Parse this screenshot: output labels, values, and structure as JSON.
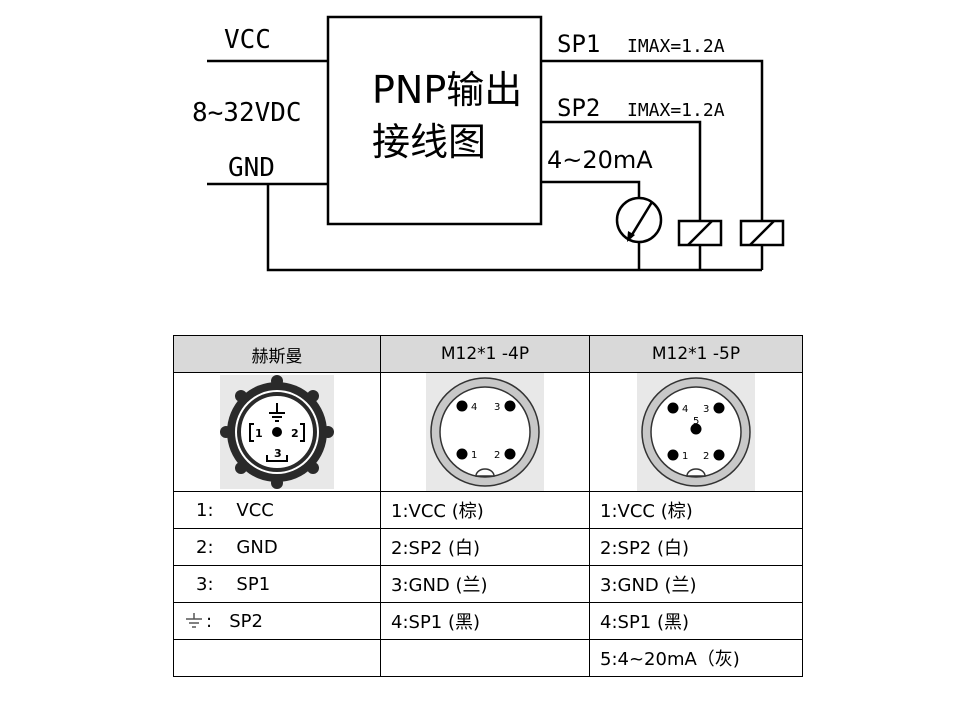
{
  "wiring": {
    "title_line1": "PNP输出",
    "title_line2": "接线图",
    "vcc": "VCC",
    "supply": "8~32VDC",
    "gnd": "GND",
    "sp1": "SP1",
    "sp1_imax": "IMAX=1.2A",
    "sp2": "SP2",
    "sp2_imax": "IMAX=1.2A",
    "analog": "4~20mA"
  },
  "table": {
    "headers": [
      "赫斯曼",
      "M12*1 -4P",
      "M12*1 -5P"
    ],
    "hirschmann_pins": {
      "p1": "1",
      "p2": "2",
      "p3": "3"
    },
    "m12_4p_pins": {
      "p1": "1",
      "p2": "2",
      "p3": "3",
      "p4": "4"
    },
    "m12_5p_pins": {
      "p1": "1",
      "p2": "2",
      "p3": "3",
      "p4": "4",
      "p5": "5"
    },
    "rows": [
      {
        "hs_num": "1:",
        "hs_sig": "VCC",
        "p4": "1:VCC (棕)",
        "p5": "1:VCC (棕)"
      },
      {
        "hs_num": "2:",
        "hs_sig": "GND",
        "p4": "2:SP2 (白)",
        "p5": "2:SP2 (白)"
      },
      {
        "hs_num": "3:",
        "hs_sig": "SP1",
        "p4": "3:GND (兰)",
        "p5": "3:GND (兰)"
      },
      {
        "hs_num": ":",
        "hs_sig": "SP2",
        "p4": "4:SP1 (黑)",
        "p5": "4:SP1 (黑)"
      },
      {
        "hs_num": "",
        "hs_sig": "",
        "p4": "",
        "p5": "5:4~20mA（灰)"
      }
    ]
  }
}
